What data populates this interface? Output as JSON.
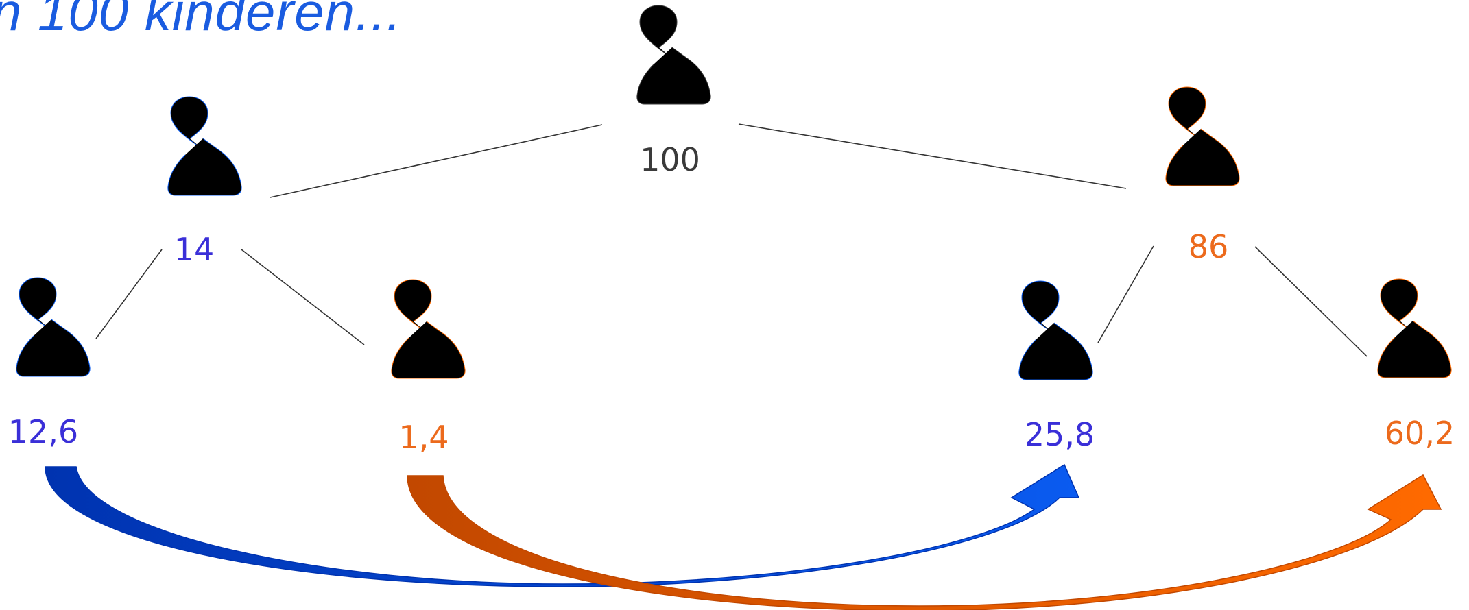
{
  "title": "n 100 kinderen...",
  "colors": {
    "root": "#3a3a3a",
    "blue": "#0a5bf0",
    "blue_label": "#3a2fd8",
    "orange": "#ff6a00",
    "orange_label": "#ec6a1c",
    "blue_arrow_dark": "#0033b0",
    "orange_arrow_dark": "#c24800"
  },
  "nodes": {
    "root": {
      "label": "100",
      "color": "root"
    },
    "group_14": {
      "label": "14",
      "color": "blue"
    },
    "group_86": {
      "label": "86",
      "color": "orange"
    },
    "leaf_12_6": {
      "label": "12,6",
      "color": "blue"
    },
    "leaf_1_4": {
      "label": "1,4",
      "color": "orange"
    },
    "leaf_25_8": {
      "label": "25,8",
      "color": "blue"
    },
    "leaf_60_2": {
      "label": "60,2",
      "color": "orange"
    }
  },
  "arrows": [
    {
      "from": "12,6",
      "to": "25,8",
      "color": "blue"
    },
    {
      "from": "1,4",
      "to": "60,2",
      "color": "orange"
    }
  ]
}
